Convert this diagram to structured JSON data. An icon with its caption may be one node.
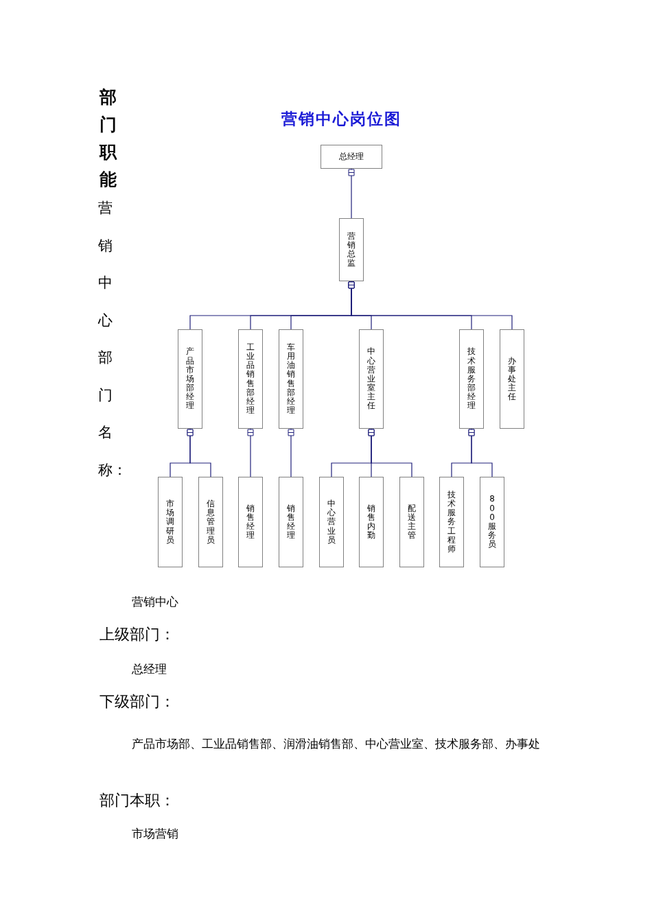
{
  "diagram": {
    "title": "营销中心岗位图",
    "nodes": [
      {
        "text": [
          "总经理"
        ]
      },
      {
        "text": [
          "营销总监"
        ]
      },
      {
        "text": [
          "产品市场部经理"
        ]
      },
      {
        "text": [
          "工业品销售部经理"
        ]
      },
      {
        "text": [
          "车用油销售部经理"
        ]
      },
      {
        "text": [
          "中心营业室主任"
        ]
      },
      {
        "text": [
          "技术服务部经理"
        ]
      },
      {
        "text": [
          "办事处主任"
        ]
      },
      {
        "text": [
          "市场调研员"
        ]
      },
      {
        "text": [
          "信息管理员"
        ]
      },
      {
        "text": [
          "销售经理"
        ]
      },
      {
        "text": [
          "销售经理"
        ]
      },
      {
        "text": [
          "中心营业员"
        ]
      },
      {
        "text": [
          "销售内勤"
        ]
      },
      {
        "text": [
          "配送主管"
        ]
      },
      {
        "text": [
          "技术服务工程师"
        ]
      },
      {
        "text": [
          "800服务员"
        ]
      }
    ],
    "edges": [
      {
        "from": 0,
        "to": 1,
        "arrow": "other"
      },
      {
        "from": 1,
        "to": 2,
        "arrow": "other"
      },
      {
        "from": 1,
        "to": 3,
        "arrow": "other"
      },
      {
        "from": 1,
        "to": 4,
        "arrow": "other"
      },
      {
        "from": 1,
        "to": 5,
        "arrow": "other"
      },
      {
        "from": 1,
        "to": 6,
        "arrow": "other"
      },
      {
        "from": 1,
        "to": 7,
        "arrow": "other"
      },
      {
        "from": 2,
        "to": 8,
        "arrow": "other"
      },
      {
        "from": 2,
        "to": 9,
        "arrow": "other"
      },
      {
        "from": 3,
        "to": 10,
        "arrow": "other"
      },
      {
        "from": 4,
        "to": 11,
        "arrow": "other"
      },
      {
        "from": 5,
        "to": 12,
        "arrow": "other"
      },
      {
        "from": 5,
        "to": 13,
        "arrow": "other"
      },
      {
        "from": 5,
        "to": 14,
        "arrow": "other"
      },
      {
        "from": 6,
        "to": 15,
        "arrow": "other"
      },
      {
        "from": 6,
        "to": 16,
        "arrow": "other"
      }
    ],
    "labels": [
      "部门职能",
      "营销中心部门名称：",
      "营销中心",
      "上级部门：",
      "总经理",
      "下级部门：",
      "产品市场部、工业品销售部、润滑油销售部、中心营业室、技术服务部、办事处",
      "部门本职：",
      "市场营销"
    ]
  }
}
